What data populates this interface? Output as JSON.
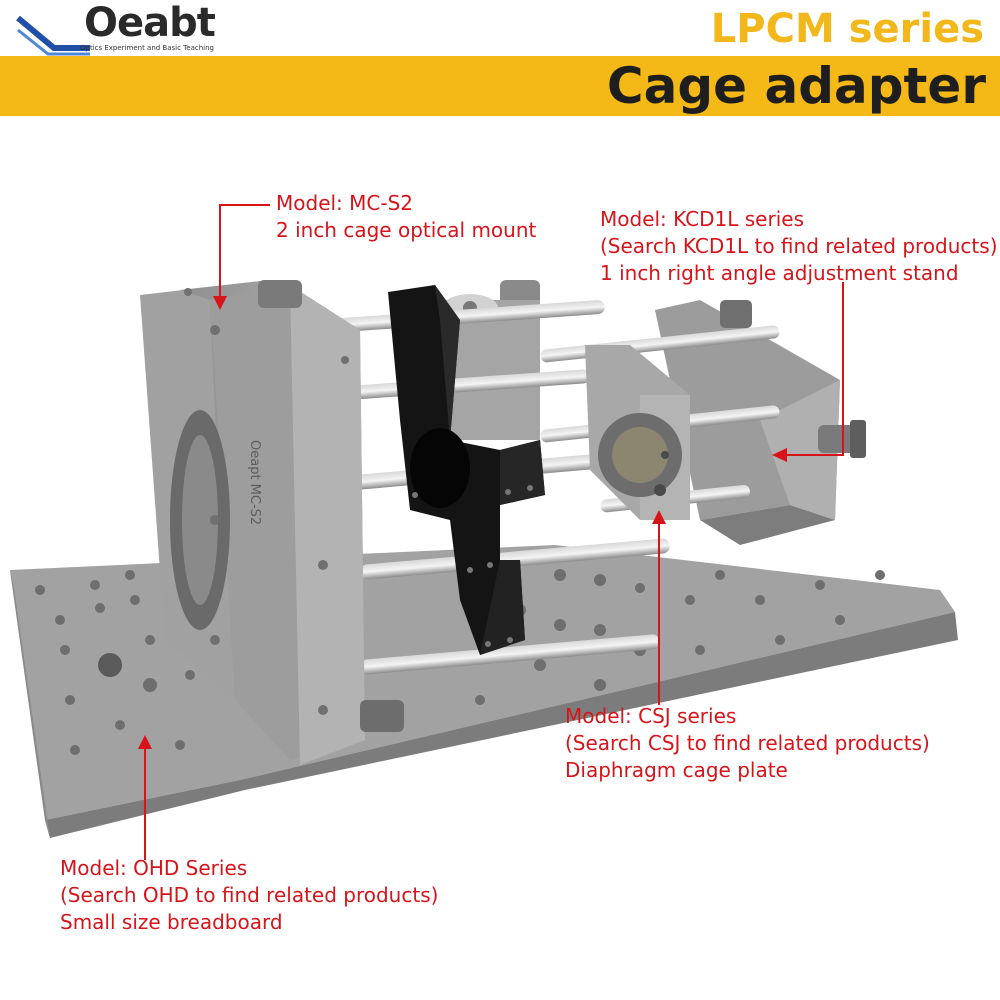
{
  "brand": {
    "name": "Oeabt",
    "tagline": "Optics Experiment and Basic Teaching"
  },
  "header": {
    "series": "LPCM series",
    "title": "Cage adapter"
  },
  "callouts": {
    "mc_s2": {
      "line1": "Model: MC-S2",
      "line2": "2 inch cage optical mount"
    },
    "kcd1l": {
      "line1": "Model: KCD1L series",
      "line2": "(Search KCD1L to find related products)",
      "line3": "1 inch right angle adjustment stand"
    },
    "csj": {
      "line1": "Model: CSJ series",
      "line2": "(Search CSJ to find related products)",
      "line3": "Diaphragm cage plate"
    },
    "ohd": {
      "line1": "Model: OHD Series",
      "line2": "(Search OHD to find related products)",
      "line3": "Small size breadboard"
    }
  },
  "engraving": "Oeapt MC-S2",
  "colors": {
    "banner": "#f4b916",
    "series_text": "#f2b71b",
    "callout_text": "#d7141a",
    "metal_gray": "#9a9a9a",
    "adapter_black": "#111111"
  }
}
